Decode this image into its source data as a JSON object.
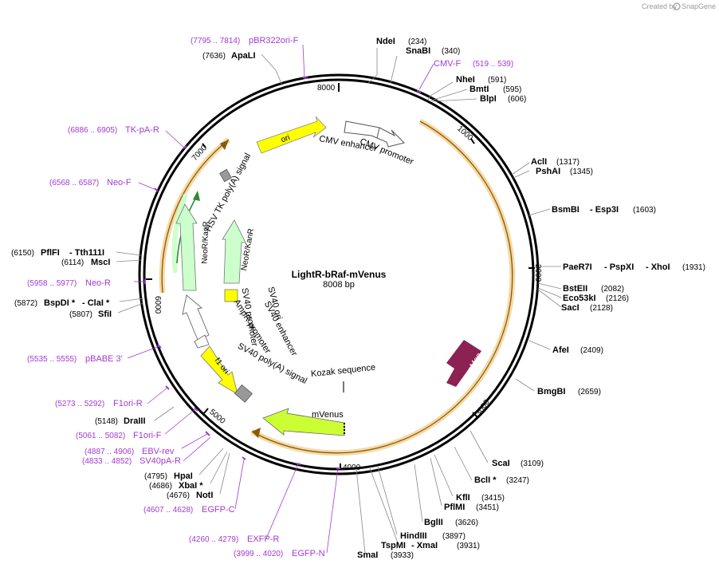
{
  "credit": {
    "prefix": "Created by",
    "brand": "SnapGene"
  },
  "plasmid": {
    "name": "LightR-bRaf-mVenus",
    "length": "8008 bp"
  },
  "ticks": [
    "1000",
    "2000",
    "3000",
    "4000",
    "5000",
    "6000",
    "7000",
    "8000"
  ],
  "enzymes": [
    {
      "name": "NdeI",
      "pos": "(234)"
    },
    {
      "name": "SnaBI",
      "pos": "(340)"
    },
    {
      "name": "NheI",
      "pos": "(591)"
    },
    {
      "name": "BmtI",
      "pos": "(595)"
    },
    {
      "name": "BlpI",
      "pos": "(606)"
    },
    {
      "name": "AclI",
      "pos": "(1317)"
    },
    {
      "name": "PshAI",
      "pos": "(1345)"
    },
    {
      "name": "BsmBI",
      "name2": "- Esp3I",
      "pos": "(1603)"
    },
    {
      "name": "PaeR7I",
      "name2": "- PspXI",
      "name3": "- XhoI",
      "pos": "(1931)"
    },
    {
      "name": "BstEII",
      "pos": "(2082)"
    },
    {
      "name": "Eco53kI",
      "pos": "(2126)"
    },
    {
      "name": "SacI",
      "pos": "(2128)"
    },
    {
      "name": "AfeI",
      "pos": "(2409)"
    },
    {
      "name": "BmgBI",
      "pos": "(2659)"
    },
    {
      "name": "ScaI",
      "pos": "(3109)"
    },
    {
      "name": "BclI *",
      "pos": "(3247)"
    },
    {
      "name": "KflI",
      "pos": "(3415)"
    },
    {
      "name": "PflMI",
      "pos": "(3451)"
    },
    {
      "name": "BglII",
      "pos": "(3626)"
    },
    {
      "name": "HindIII",
      "pos": "(3897)"
    },
    {
      "name": "TspMI",
      "name2": "- XmaI",
      "pos": "(3931)"
    },
    {
      "name": "SmaI",
      "pos": "(3933)"
    },
    {
      "name": "HpaI",
      "pos": "(4795)"
    },
    {
      "name": "XbaI *",
      "pos": "(4686)"
    },
    {
      "name": "NotI",
      "pos": "(4676)"
    },
    {
      "name": "DraIII",
      "pos": "(5148)"
    },
    {
      "name": "SfiI",
      "pos": "(5807)"
    },
    {
      "name": "BspDI *",
      "name2": "- ClaI *",
      "pos": "(5872)"
    },
    {
      "name": "MscI",
      "pos": "(6114)"
    },
    {
      "name": "PflFI",
      "name2": "- Tth111I",
      "pos": "(6150)"
    },
    {
      "name": "ApaLI",
      "pos": "(7636)"
    }
  ],
  "primers": [
    {
      "name": "pBR322ori-F",
      "range": "(7795 .. 7814)"
    },
    {
      "name": "CMV-F",
      "range": "(519 .. 539)"
    },
    {
      "name": "TK-pA-R",
      "range": "(6886 .. 6905)"
    },
    {
      "name": "Neo-F",
      "range": "(6568 .. 6587)"
    },
    {
      "name": "Neo-R",
      "range": "(5958 .. 5977)"
    },
    {
      "name": "pBABE 3'",
      "range": "(5535 .. 5555)"
    },
    {
      "name": "F1ori-R",
      "range": "(5273 .. 5292)"
    },
    {
      "name": "F1ori-F",
      "range": "(5061 .. 5082)"
    },
    {
      "name": "EBV-rev",
      "range": "(4887 .. 4906)"
    },
    {
      "name": "SV40pA-R",
      "range": "(4833 .. 4852)"
    },
    {
      "name": "EGFP-C",
      "range": "(4607 .. 4628)"
    },
    {
      "name": "EXFP-R",
      "range": "(4260 .. 4279)"
    },
    {
      "name": "EGFP-N",
      "range": "(3999 .. 4020)"
    }
  ],
  "features": {
    "ori": "ori",
    "cmv_enhancer": "CMV enhancer",
    "cmv_promoter": "CMV promoter",
    "hsv_tk": "HSV TK poly(A) signal",
    "neokan_outer": "NeoR/KanR",
    "neokan_inner": "NeoR/KanR",
    "sv40_ori": "SV40 ori",
    "sv40_enhancer": "SV40 enhancer",
    "sv40_promoter": "SV40 promoter",
    "ampr_promoter": "AmpR promoter",
    "f1_ori": "f1 ori",
    "sv40_polya": "SV40 poly(A) signal",
    "kozak": "Kozak sequence",
    "mvenus": "mVenus",
    "pmag": "pMag"
  },
  "colors": {
    "backbone": "#000000",
    "orf": "#f5d9a6",
    "orf_edge": "#8a5a00",
    "ori": "#ffff00",
    "neo": "#ccffcc",
    "neo_inner_arrow": "#2e8b2e",
    "pmag": "#8b2252",
    "mvenus": "#ccff33",
    "polya": "#999999",
    "primer": "#a23bd0"
  }
}
